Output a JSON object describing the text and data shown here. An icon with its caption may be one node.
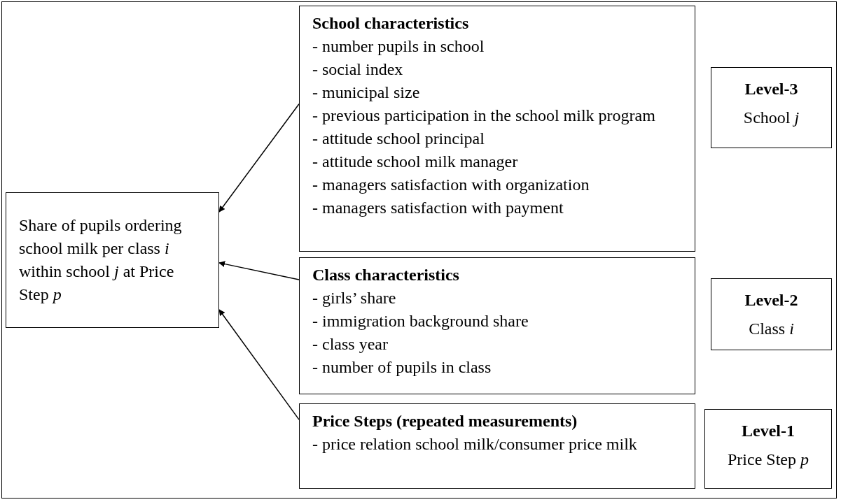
{
  "diagram": {
    "nodes": [
      {
        "text": [
          "Share of pupils ordering school milk per class *i* within school *j* at Price Step *p*"
        ]
      },
      {
        "text": [
          "School characteristics",
          "- number pupils in school",
          "- social index",
          "- municipal size",
          "- previous participation in the school milk program",
          "- attitude school principal",
          "- attitude school milk manager",
          "- managers satisfaction with organization",
          "- managers satisfaction with payment"
        ]
      },
      {
        "text": [
          "Class characteristics",
          "- girls’ share",
          "- immigration background share",
          "- class year",
          "- number of pupils in class"
        ]
      },
      {
        "text": [
          "Price Steps (repeated measurements)",
          "- price relation school milk/consumer price milk"
        ]
      },
      {
        "text": [
          "Level-3",
          "School *j*"
        ]
      },
      {
        "text": [
          "Level-2",
          "Class *i*"
        ]
      },
      {
        "text": [
          "Level-1",
          "Price Step *p*"
        ]
      }
    ],
    "edges": [
      {
        "from": 1,
        "to": 0,
        "arrow": "to"
      },
      {
        "from": 2,
        "to": 0,
        "arrow": "to"
      },
      {
        "from": 3,
        "to": 0,
        "arrow": "to"
      }
    ]
  }
}
